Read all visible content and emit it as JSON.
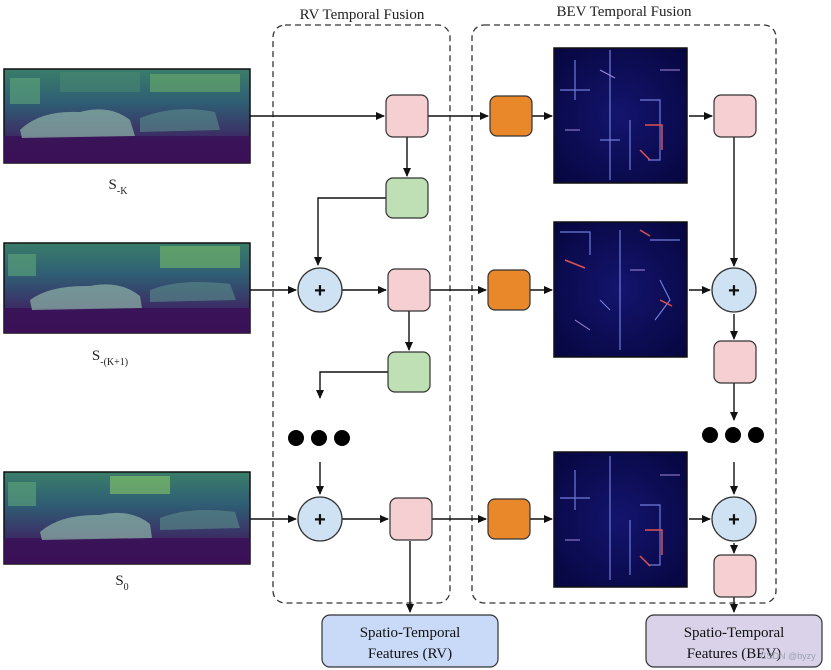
{
  "titles": {
    "rv": "RV Temporal Fusion",
    "bev": "BEV Temporal Fusion"
  },
  "scans": [
    {
      "label_main": "S",
      "label_sub": "-K"
    },
    {
      "label_main": "S",
      "label_sub": "-(K+1)"
    },
    {
      "label_main": "S",
      "label_sub": "0"
    }
  ],
  "outputs": {
    "rv": {
      "line1": "Spatio-Temporal",
      "line2": "Features (RV)"
    },
    "bev": {
      "line1": "Spatio-Temporal",
      "line2": "Features (BEV)"
    }
  },
  "plus_symbol": "+",
  "watermark": "CSDN @byzy",
  "colors": {
    "pink_box": "#f6cfd2",
    "green_box": "#bfe0b5",
    "orange_box": "#e8882b",
    "plus_circle": "#cfe2f3",
    "rv_output": "#c9daf8",
    "bev_output": "#d9d2e9",
    "bev_map_bg": "#0a0a55",
    "range_img_bg": "#3b1056"
  }
}
